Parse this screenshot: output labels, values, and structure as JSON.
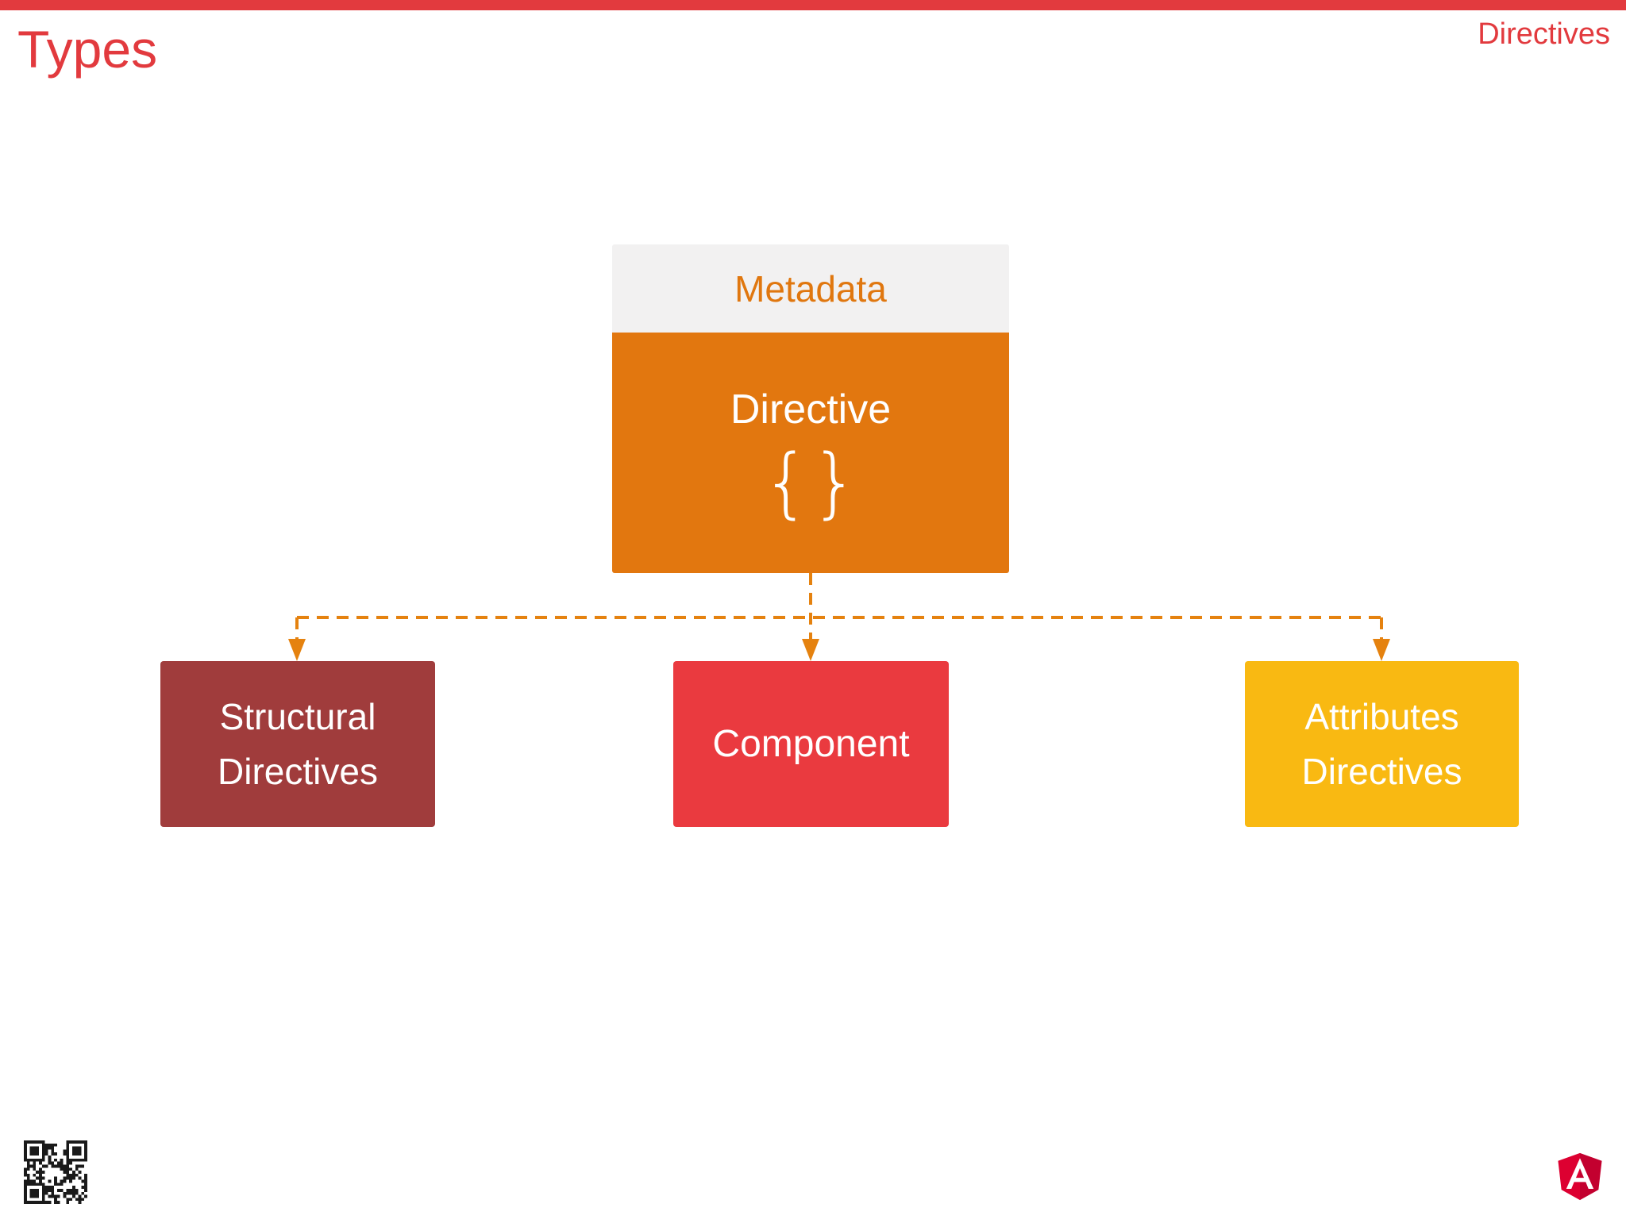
{
  "header": {
    "title": "Types",
    "corner_label": "Directives"
  },
  "diagram": {
    "root": {
      "header": "Metadata",
      "title": "Directive",
      "symbol": "{}"
    },
    "children": [
      {
        "id": "structural",
        "label": "Structural\nDirectives"
      },
      {
        "id": "component",
        "label": "Component"
      },
      {
        "id": "attributes",
        "label": "Attributes\nDirectives"
      }
    ]
  },
  "icons": {
    "qr_code_icon": "qr-code",
    "angular_logo_icon": "angular-shield"
  },
  "colors": {
    "slide_bg": "#ffffff",
    "accent_red": "#e23a3e",
    "orange": "#e2770f",
    "metadata_bg": "#f2f1f1",
    "metadata_text": "#e0770f",
    "connector_orange": "#e5820f",
    "maroon": "#a03c3c",
    "component_red": "#ea3a3f",
    "yellow": "#f9b912",
    "angular_red": "#dd0031",
    "angular_dark_red": "#c3002f",
    "qr_black": "#1a1a1a"
  }
}
